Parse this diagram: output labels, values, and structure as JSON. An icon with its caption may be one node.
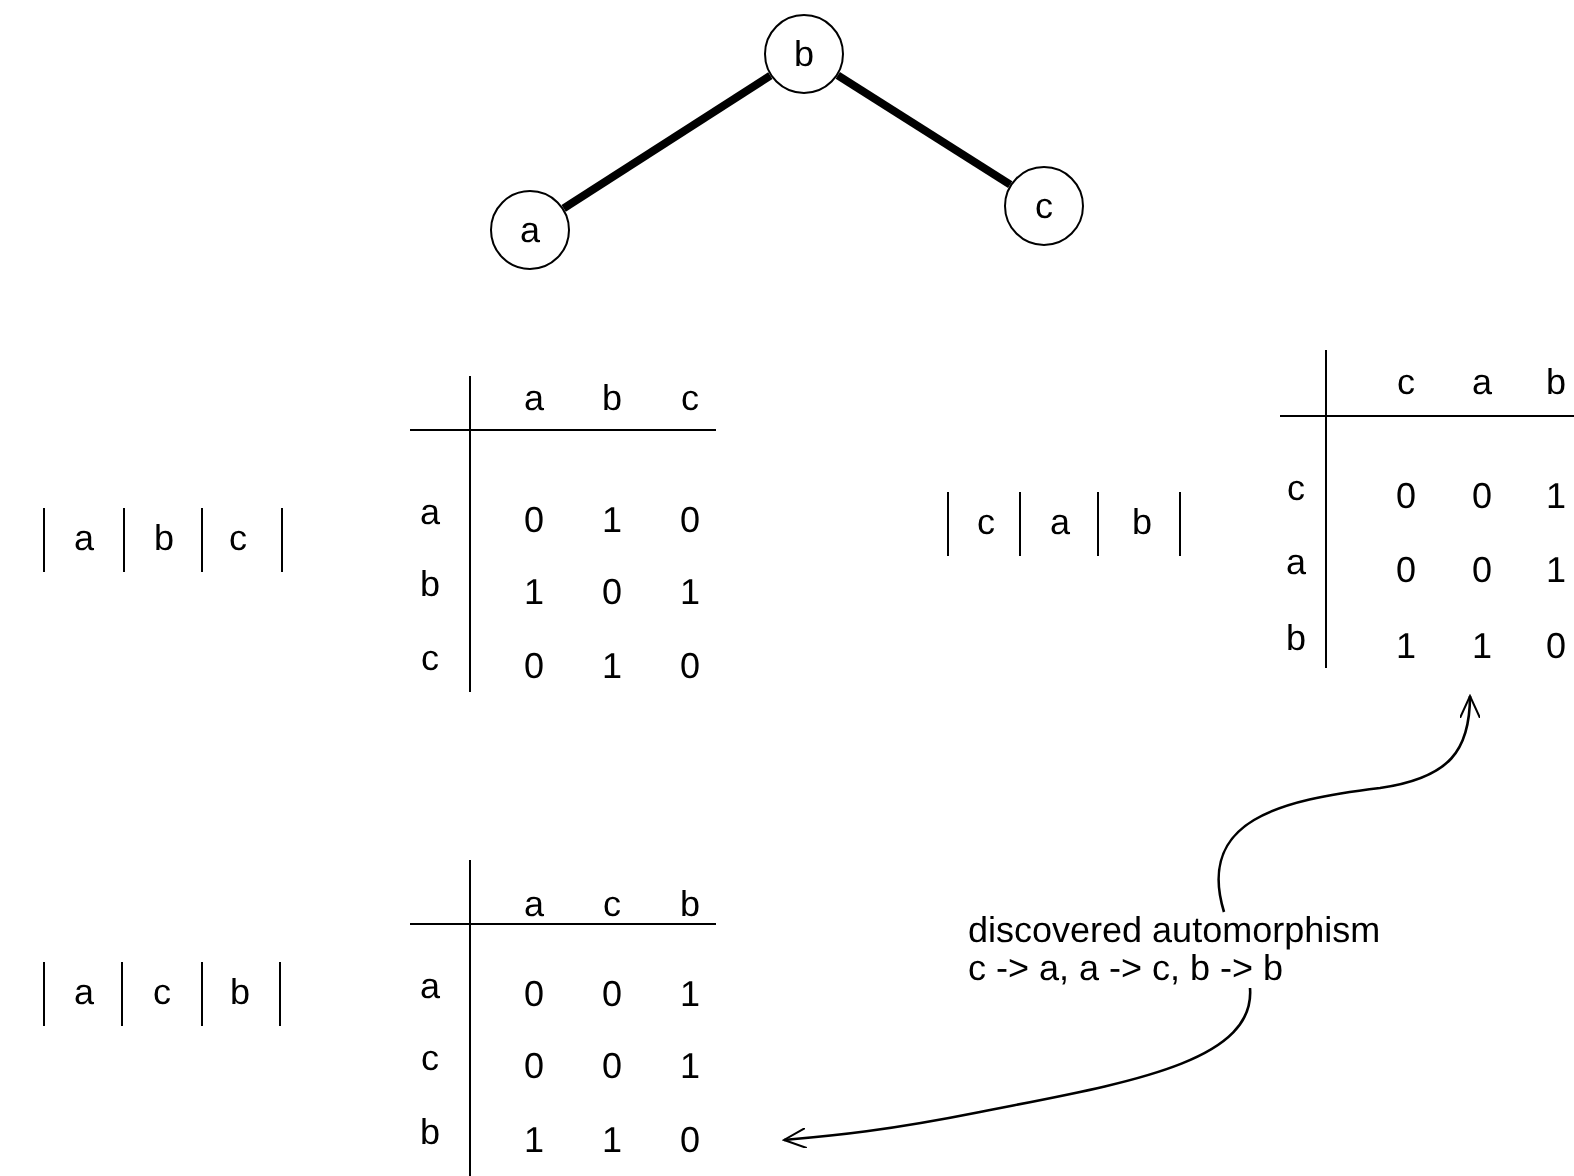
{
  "diagram": {
    "nodes": [
      {
        "text": [
          "b"
        ]
      },
      {
        "text": [
          "a"
        ]
      },
      {
        "text": [
          "c"
        ]
      },
      {
        "text": [
          "discovered automorphism",
          "c -> a,  a -> c,  b -> b"
        ]
      }
    ],
    "edges": [
      {
        "from": 0,
        "to": 1,
        "arrow": "none",
        "style": "thick"
      },
      {
        "from": 0,
        "to": 2,
        "arrow": "none",
        "style": "thick"
      },
      {
        "from": 3,
        "to": null,
        "arrow": "to"
      },
      {
        "from": 3,
        "to": null,
        "arrow": "to"
      }
    ],
    "labels": [
      "a",
      "b",
      "c",
      "a",
      "b",
      "c",
      "a",
      "0",
      "1",
      "0",
      "b",
      "1",
      "0",
      "1",
      "c",
      "0",
      "1",
      "0",
      "c",
      "a",
      "b",
      "c",
      "a",
      "b",
      "c",
      "0",
      "0",
      "1",
      "a",
      "0",
      "0",
      "1",
      "b",
      "1",
      "1",
      "0",
      "a",
      "c",
      "b",
      "a",
      "c",
      "b",
      "a",
      "0",
      "0",
      "1",
      "c",
      "0",
      "0",
      "1",
      "b",
      "1",
      "1",
      "0"
    ]
  }
}
